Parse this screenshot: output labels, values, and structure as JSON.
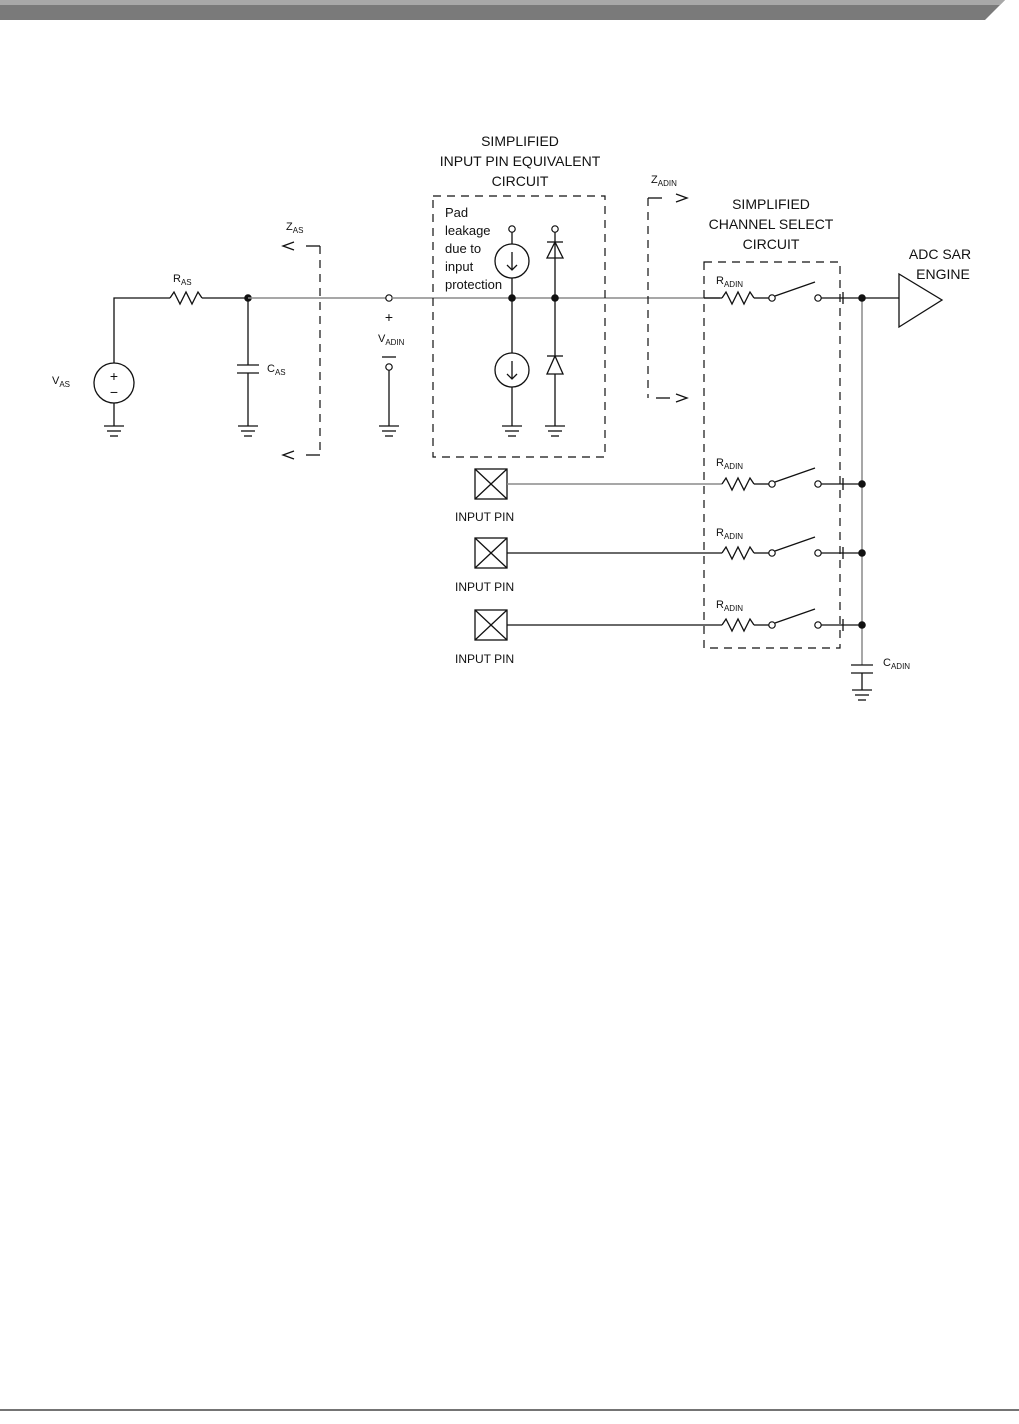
{
  "diagram": {
    "input_pin_block": {
      "title_lines": [
        "SIMPLIFIED",
        "INPUT PIN EQUIVALENT",
        "CIRCUIT"
      ],
      "note_lines": [
        "Pad",
        "leakage",
        "due to",
        "input",
        "protection"
      ]
    },
    "channel_select_block": {
      "title_lines": [
        "SIMPLIFIED",
        "CHANNEL SELECT",
        "CIRCUIT"
      ]
    },
    "adc": {
      "label_lines": [
        "ADC SAR",
        "ENGINE"
      ]
    },
    "labels": {
      "vas": {
        "main": "V",
        "sub": "AS"
      },
      "ras": {
        "main": "R",
        "sub": "AS"
      },
      "cas": {
        "main": "C",
        "sub": "AS"
      },
      "zas": {
        "main": "Z",
        "sub": "AS"
      },
      "zadin": {
        "main": "Z",
        "sub": "ADIN"
      },
      "vadin": {
        "main": "V",
        "sub": "ADIN"
      },
      "radin": {
        "main": "R",
        "sub": "ADIN"
      },
      "cadin": {
        "main": "C",
        "sub": "ADIN"
      },
      "plus": "+",
      "minus": "—"
    },
    "source_symbol": {
      "plus": "+",
      "minus": "−"
    },
    "input_pins": [
      "INPUT PIN",
      "INPUT PIN",
      "INPUT PIN"
    ]
  }
}
